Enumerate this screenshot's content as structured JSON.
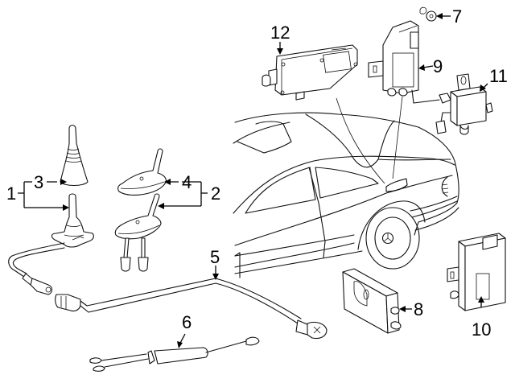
{
  "diagram": {
    "type": "exploded parts diagram",
    "subject": "vehicle antenna and radio/telematics components",
    "background_color": "#ffffff",
    "line_color": "#111111",
    "callouts": [
      {
        "id": "1",
        "label": "1",
        "points_to": "antenna mast assembly (group of 3 + base)"
      },
      {
        "id": "2",
        "label": "2",
        "points_to": "roof antenna assembly (group of 4 + base)"
      },
      {
        "id": "3",
        "label": "3",
        "points_to": "antenna mast cover"
      },
      {
        "id": "4",
        "label": "4",
        "points_to": "roof antenna cover"
      },
      {
        "id": "5",
        "label": "5",
        "points_to": "antenna cable"
      },
      {
        "id": "6",
        "label": "6",
        "points_to": "inline antenna lead / filter"
      },
      {
        "id": "7",
        "label": "7",
        "points_to": "fastener nut"
      },
      {
        "id": "8",
        "label": "8",
        "points_to": "antenna amplifier module"
      },
      {
        "id": "9",
        "label": "9",
        "points_to": "antenna amplifier with harness"
      },
      {
        "id": "10",
        "label": "10",
        "points_to": "control module with bracket"
      },
      {
        "id": "11",
        "label": "11",
        "points_to": "signal module with harness"
      },
      {
        "id": "12",
        "label": "12",
        "points_to": "antenna amplifier module"
      }
    ]
  }
}
